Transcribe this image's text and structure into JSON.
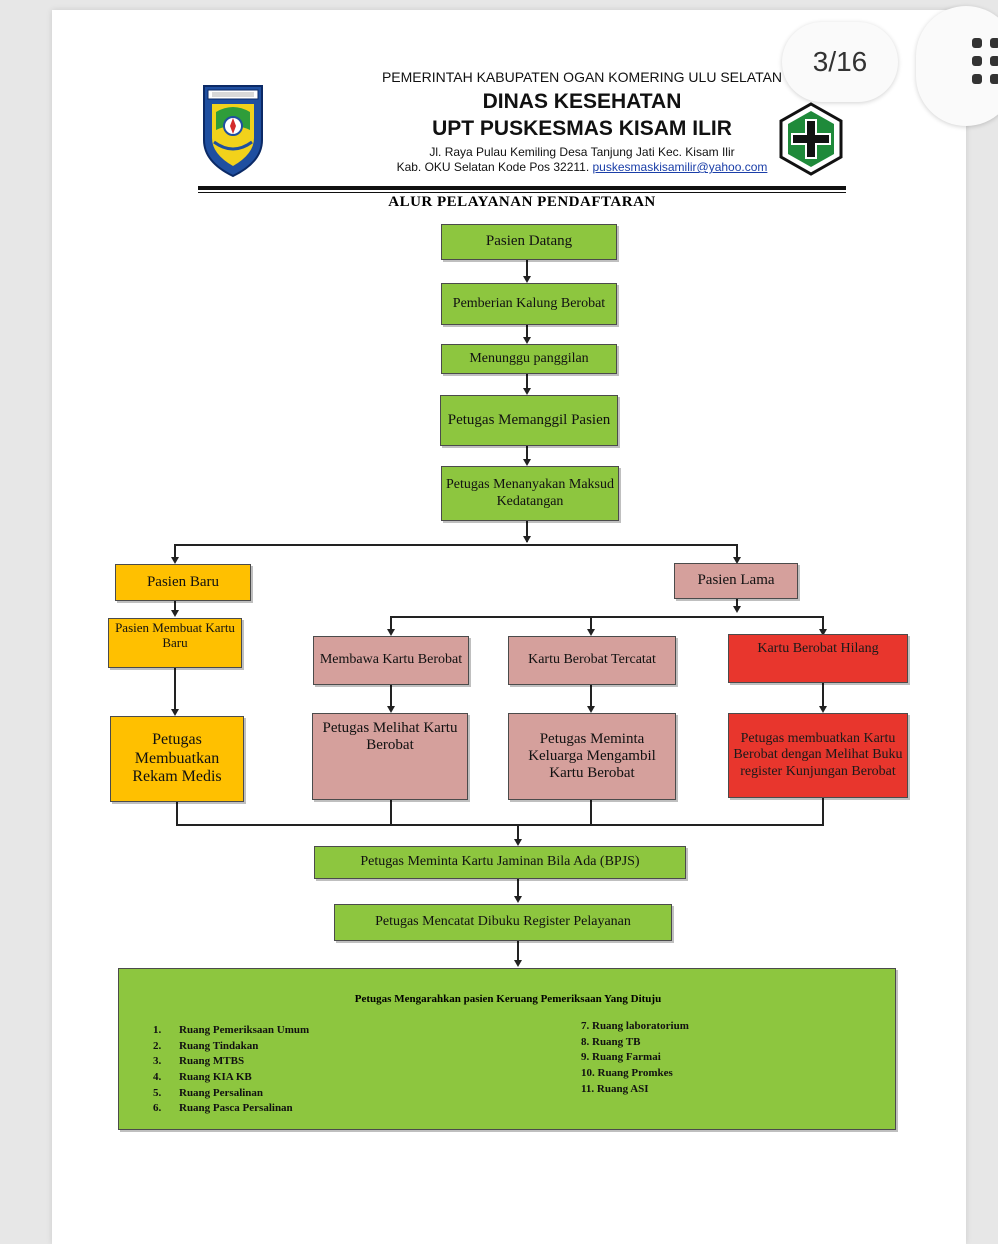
{
  "viewer": {
    "page_indicator": "3/16"
  },
  "header": {
    "line1": "PEMERINTAH KABUPATEN OGAN KOMERING ULU SELATAN",
    "line2": "DINAS KESEHATAN",
    "line3": "UPT PUSKESMAS KISAM ILIR",
    "address1": "Jl. Raya Pulau Kemiling Desa Tanjung Jati Kec. Kisam Ilir",
    "address2_prefix": "Kab. OKU Selatan Kode Pos 32211. ",
    "email": "puskesmaskisamilir@yahoo.com"
  },
  "title": "ALUR PELAYANAN PENDAFTARAN",
  "colors": {
    "green": "#8dc63f",
    "yellow": "#ffc000",
    "pink": "#d5a09c",
    "red": "#e8362d"
  },
  "flow": {
    "pasien_datang": "Pasien Datang",
    "pemberian_kalung": "Pemberian Kalung Berobat",
    "menunggu": "Menunggu panggilan",
    "memanggil": "Petugas Memanggil Pasien",
    "menanyakan": "Petugas Menanyakan Maksud Kedatangan",
    "pasien_baru": "Pasien Baru",
    "pasien_lama": "Pasien Lama",
    "membuat_kartu": "Pasien Membuat Kartu Baru",
    "rekam_medis": "Petugas Membuatkan Rekam Medis",
    "membawa_kartu": "Membawa Kartu Berobat",
    "kartu_tercatat": "Kartu Berobat Tercatat",
    "kartu_hilang": "Kartu Berobat Hilang",
    "melihat_kartu": "Petugas Melihat Kartu Berobat",
    "meminta_keluarga": "Petugas Meminta Keluarga Mengambil Kartu Berobat",
    "membuatkan_kartu": "Petugas membuatkan Kartu Berobat dengan Melihat Buku register Kunjungan Berobat",
    "jaminan": "Petugas Meminta Kartu Jaminan Bila Ada (BPJS)",
    "mencatat": "Petugas Mencatat Dibuku Register Pelayanan"
  },
  "final_box": {
    "title": "Petugas Mengarahkan pasien Keruang  Pemeriksaan Yang Dituju",
    "rooms_left": [
      {
        "num": "1.",
        "name": "Ruang Pemeriksaan Umum"
      },
      {
        "num": "2.",
        "name": "Ruang Tindakan"
      },
      {
        "num": "3.",
        "name": "Ruang  MTBS"
      },
      {
        "num": "4.",
        "name": "Ruang KIA KB"
      },
      {
        "num": "5.",
        "name": "Ruang Persalinan"
      },
      {
        "num": "6.",
        "name": "Ruang Pasca Persalinan"
      }
    ],
    "rooms_right": [
      "7. Ruang laboratorium",
      "8. Ruang TB",
      "9. Ruang  Farmai",
      "10. Ruang Promkes",
      "11. Ruang ASI"
    ]
  }
}
